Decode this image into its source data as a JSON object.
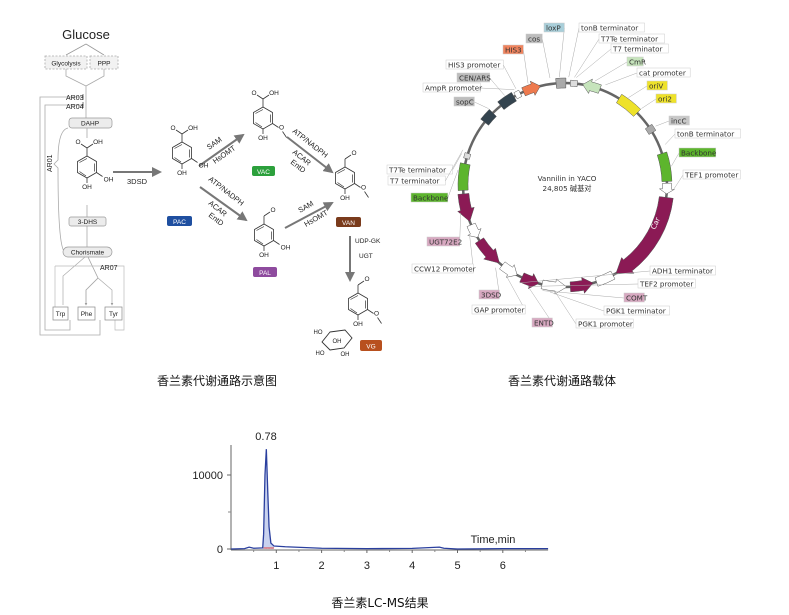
{
  "pathway": {
    "glucose": "Glucose",
    "glycolysis": "Glycolysis",
    "ppp": "PPP",
    "ar03": "AR03",
    "ar04": "AR04",
    "ar01": "AR01",
    "ar07": "AR07",
    "dahp": "DAHP",
    "dhs": "3-DHS",
    "chorismate": "Chorismate",
    "trp": "Trp",
    "phe": "Phe",
    "tyr": "Tyr",
    "step_3dsd": "3DSD",
    "sam": "SAM",
    "hsomt": "HsOMT",
    "atp_nadph": "ATP/NADPH",
    "acar": "ACAR",
    "entd": "EntD",
    "udp_gk": "UDP-GK",
    "ugt": "UGT",
    "badges": {
      "pac": "PAC",
      "vac": "VAC",
      "van": "VAN",
      "pal": "PAL",
      "vg": "VG"
    },
    "badge_colors": {
      "pac": "#1f4fa0",
      "vac": "#2ca03c",
      "van": "#7a3b1c",
      "pal": "#8e4b9e",
      "vg": "#b8501e"
    },
    "caption": "香兰素代谢通路示意图"
  },
  "chem": {
    "oh": "OH",
    "o": "O",
    "ho": "HO"
  },
  "plasmid": {
    "name": "Vannilin in YACO",
    "size": "24,805 碱基对",
    "caption": "香兰素代谢通路载体",
    "car_label": "Car",
    "labels": [
      {
        "text": "loxP",
        "bg": "#a9cfda"
      },
      {
        "text": "cos",
        "bg": "#bdbdbd"
      },
      {
        "text": "HIS3",
        "bg": "#f0845e"
      },
      {
        "text": "HIS3 promoter",
        "bg": "#ffffff"
      },
      {
        "text": "CEN/ARS",
        "bg": "#bdbdbd"
      },
      {
        "text": "AmpR promoter",
        "bg": "#ffffff"
      },
      {
        "text": "sopC",
        "bg": "#bdbdbd"
      },
      {
        "text": "tonB terminator",
        "bg": "#ffffff"
      },
      {
        "text": "T7Te terminator",
        "bg": "#ffffff"
      },
      {
        "text": "T7 terminator",
        "bg": "#ffffff"
      },
      {
        "text": "CmR",
        "bg": "#c6e4bc"
      },
      {
        "text": "cat promoter",
        "bg": "#ffffff"
      },
      {
        "text": "oriV",
        "bg": "#eee22a"
      },
      {
        "text": "ori2",
        "bg": "#eee22a"
      },
      {
        "text": "incC",
        "bg": "#c8c8c8"
      },
      {
        "text": "tonB terminator",
        "bg": "#ffffff"
      },
      {
        "text": "Backbone",
        "bg": "#5db52d"
      },
      {
        "text": "TEF1 promoter",
        "bg": "#ffffff"
      },
      {
        "text": "T7Te terminator",
        "bg": "#ffffff"
      },
      {
        "text": "T7 terminator",
        "bg": "#ffffff"
      },
      {
        "text": "Backbone",
        "bg": "#5db52d"
      },
      {
        "text": "UGT72E2",
        "bg": "#d8a9c1"
      },
      {
        "text": "CCW12 Promoter",
        "bg": "#ffffff"
      },
      {
        "text": "3DSD",
        "bg": "#d8a9c1"
      },
      {
        "text": "GAP promoter",
        "bg": "#ffffff"
      },
      {
        "text": "ENTD",
        "bg": "#d8a9c1"
      },
      {
        "text": "PGK1 promoter",
        "bg": "#ffffff"
      },
      {
        "text": "PGK1 terminator",
        "bg": "#ffffff"
      },
      {
        "text": "COMT",
        "bg": "#d8a9c1"
      },
      {
        "text": "TEF2 promoter",
        "bg": "#ffffff"
      },
      {
        "text": "ADH1 terminator",
        "bg": "#ffffff"
      }
    ]
  },
  "chart_data": {
    "type": "line",
    "title": "",
    "peak_label": "0.78",
    "xlabel": "Time,min",
    "ylabel": "",
    "xlim": [
      0,
      7
    ],
    "ylim": [
      0,
      14500
    ],
    "xticks": [
      "1",
      "2",
      "3",
      "4",
      "5",
      "6"
    ],
    "yticks": [
      "0",
      "10000"
    ],
    "series": [
      {
        "name": "vanillin",
        "color": "#2a3f9e",
        "x": [
          0.0,
          0.3,
          0.4,
          0.5,
          0.7,
          0.72,
          0.75,
          0.78,
          0.81,
          0.84,
          0.88,
          0.95,
          1.2,
          1.6,
          2.0,
          3.0,
          4.0,
          4.6,
          4.7,
          5.0,
          6.0,
          7.0
        ],
        "y": [
          0,
          50,
          250,
          100,
          150,
          2000,
          10000,
          13500,
          8000,
          3000,
          800,
          400,
          300,
          200,
          100,
          50,
          80,
          250,
          100,
          0,
          50,
          50
        ]
      }
    ],
    "caption": "香兰素LC-MS结果"
  }
}
